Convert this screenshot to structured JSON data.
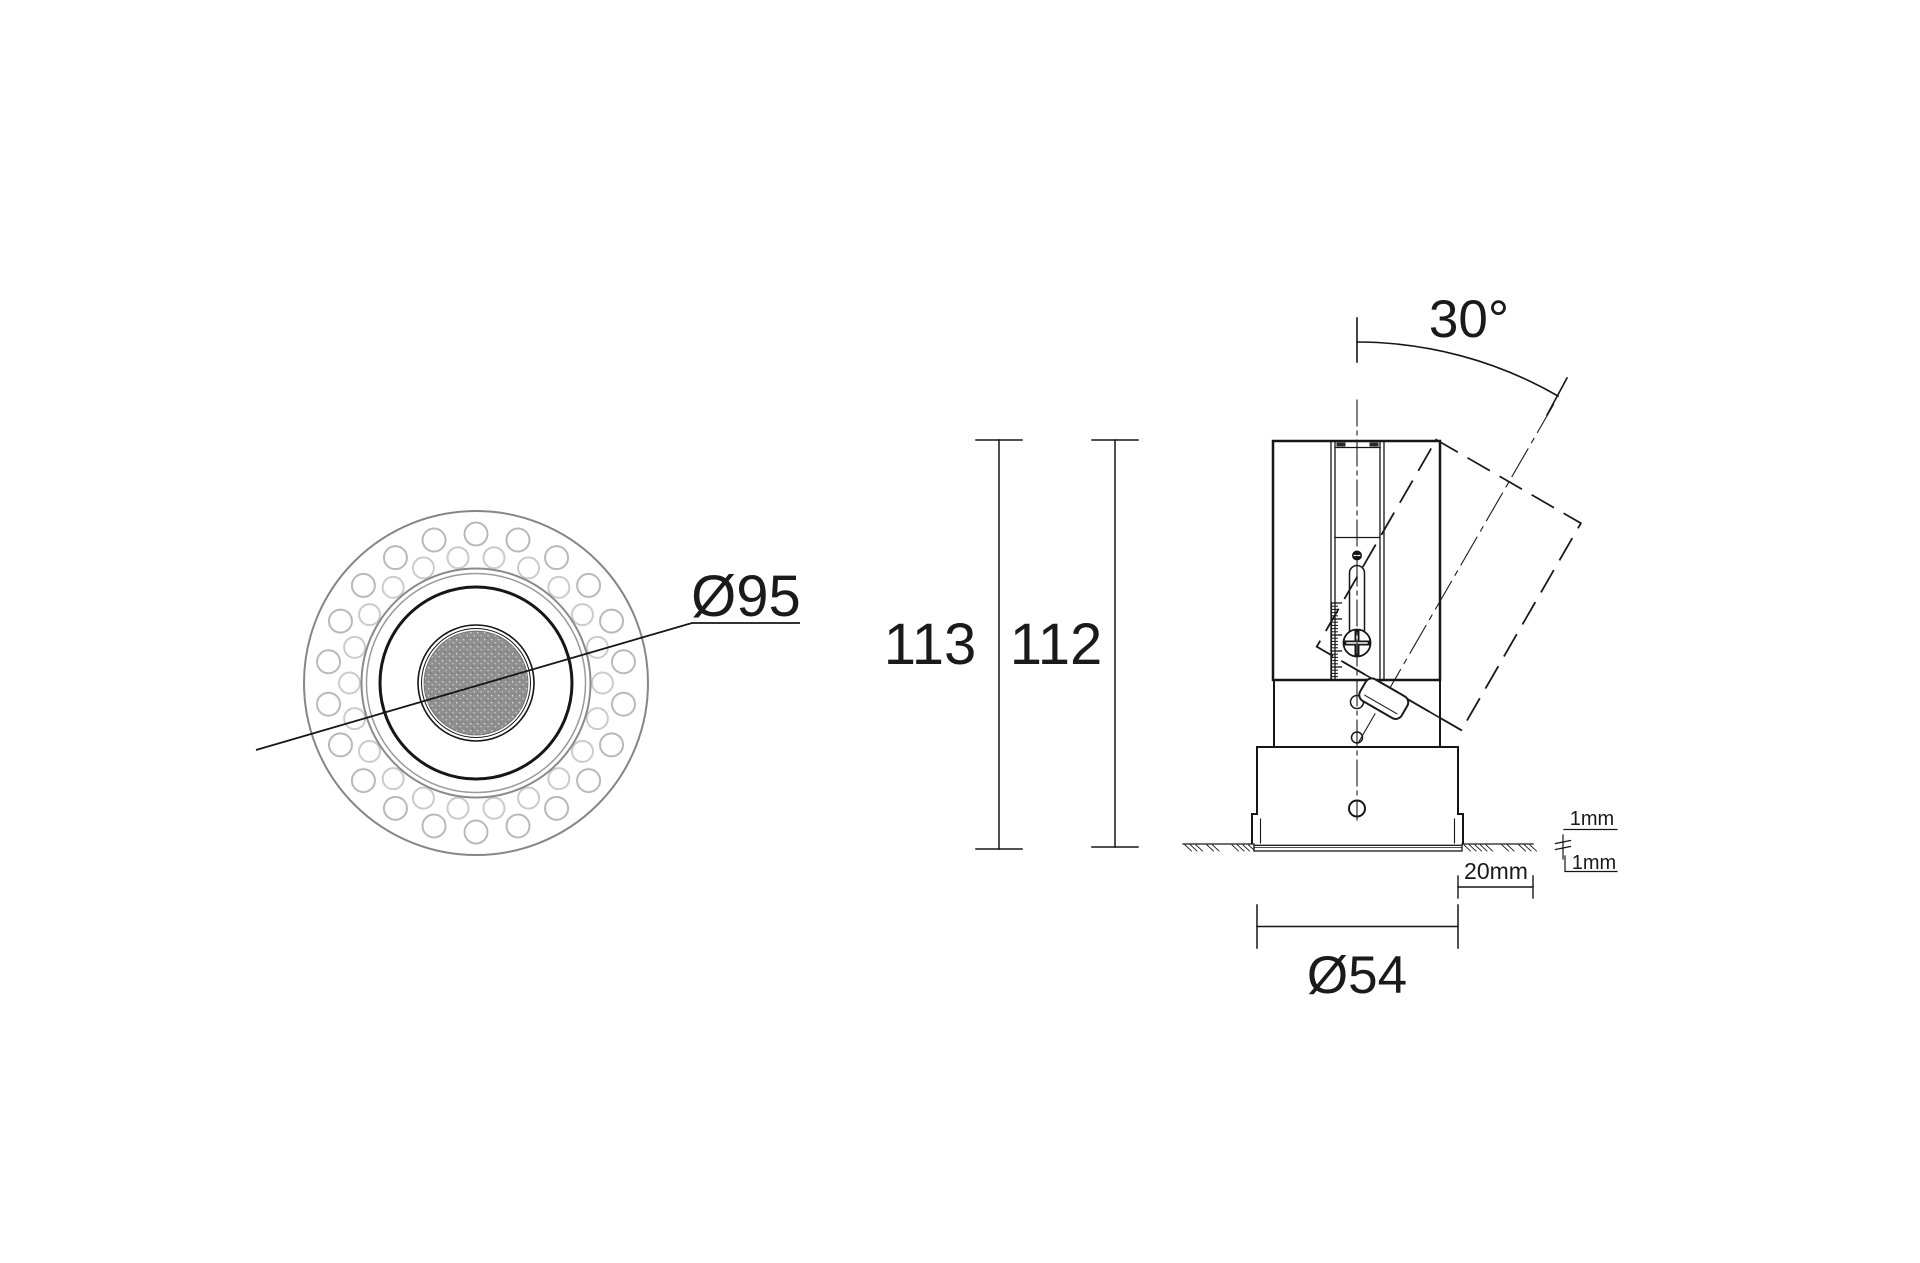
{
  "drawing": {
    "type": "technical-dimension-drawing",
    "subject": "recessed adjustable downlight, front view and side section view",
    "colors": {
      "background": "#ffffff",
      "line": "#1a1a1a",
      "gray_ring": "#8a8a8a",
      "gray_ring_inner": "#9a9a9a",
      "dot_outer": "#b9b9b9",
      "dot_inner": "#cbcbcb",
      "lens_fill": "#8f8f8f"
    },
    "front_view": {
      "aperture_label": "Ø95"
    },
    "side_view": {
      "height_overall_label": "113",
      "height_recess_label": "112",
      "tilt_label": "30°",
      "cutout_label": "Ø54",
      "edge_offset_label": "20mm",
      "trim_above_label": "1mm",
      "trim_below_label": "1mm"
    }
  }
}
